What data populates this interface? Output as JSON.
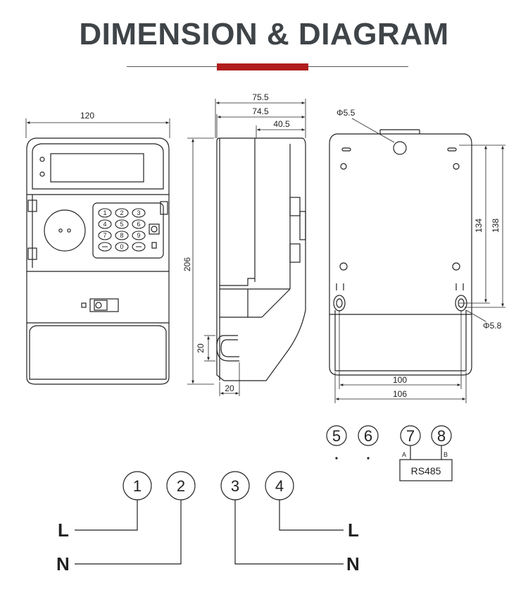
{
  "header": {
    "title": "DIMENSION & DIAGRAM"
  },
  "front_view": {
    "width": "120",
    "height": "206",
    "keypad_keys": [
      "1",
      "2",
      "3",
      "4",
      "5",
      "6",
      "7",
      "8",
      "9",
      "0"
    ]
  },
  "side_view": {
    "depth_total": "75.5",
    "depth_body": "74.5",
    "depth_step": "40.5",
    "terminal_height": "20",
    "terminal_width": "20"
  },
  "back_view": {
    "top_hole": "Φ5.5",
    "side_hole": "Φ5.8",
    "inner_height": "134",
    "outer_height": "138",
    "inner_width": "100",
    "outer_width": "106"
  },
  "wiring": {
    "terminals": [
      "1",
      "2",
      "3",
      "4",
      "5",
      "6",
      "7",
      "8"
    ],
    "rs485_label": "RS485",
    "rs485_pin_a": "A",
    "rs485_pin_b": "B",
    "left_line": "L",
    "left_neutral": "N",
    "right_line": "L",
    "right_neutral": "N"
  },
  "colors": {
    "accent": "#b01c1c",
    "title": "#3f4448",
    "line": "#222222"
  }
}
